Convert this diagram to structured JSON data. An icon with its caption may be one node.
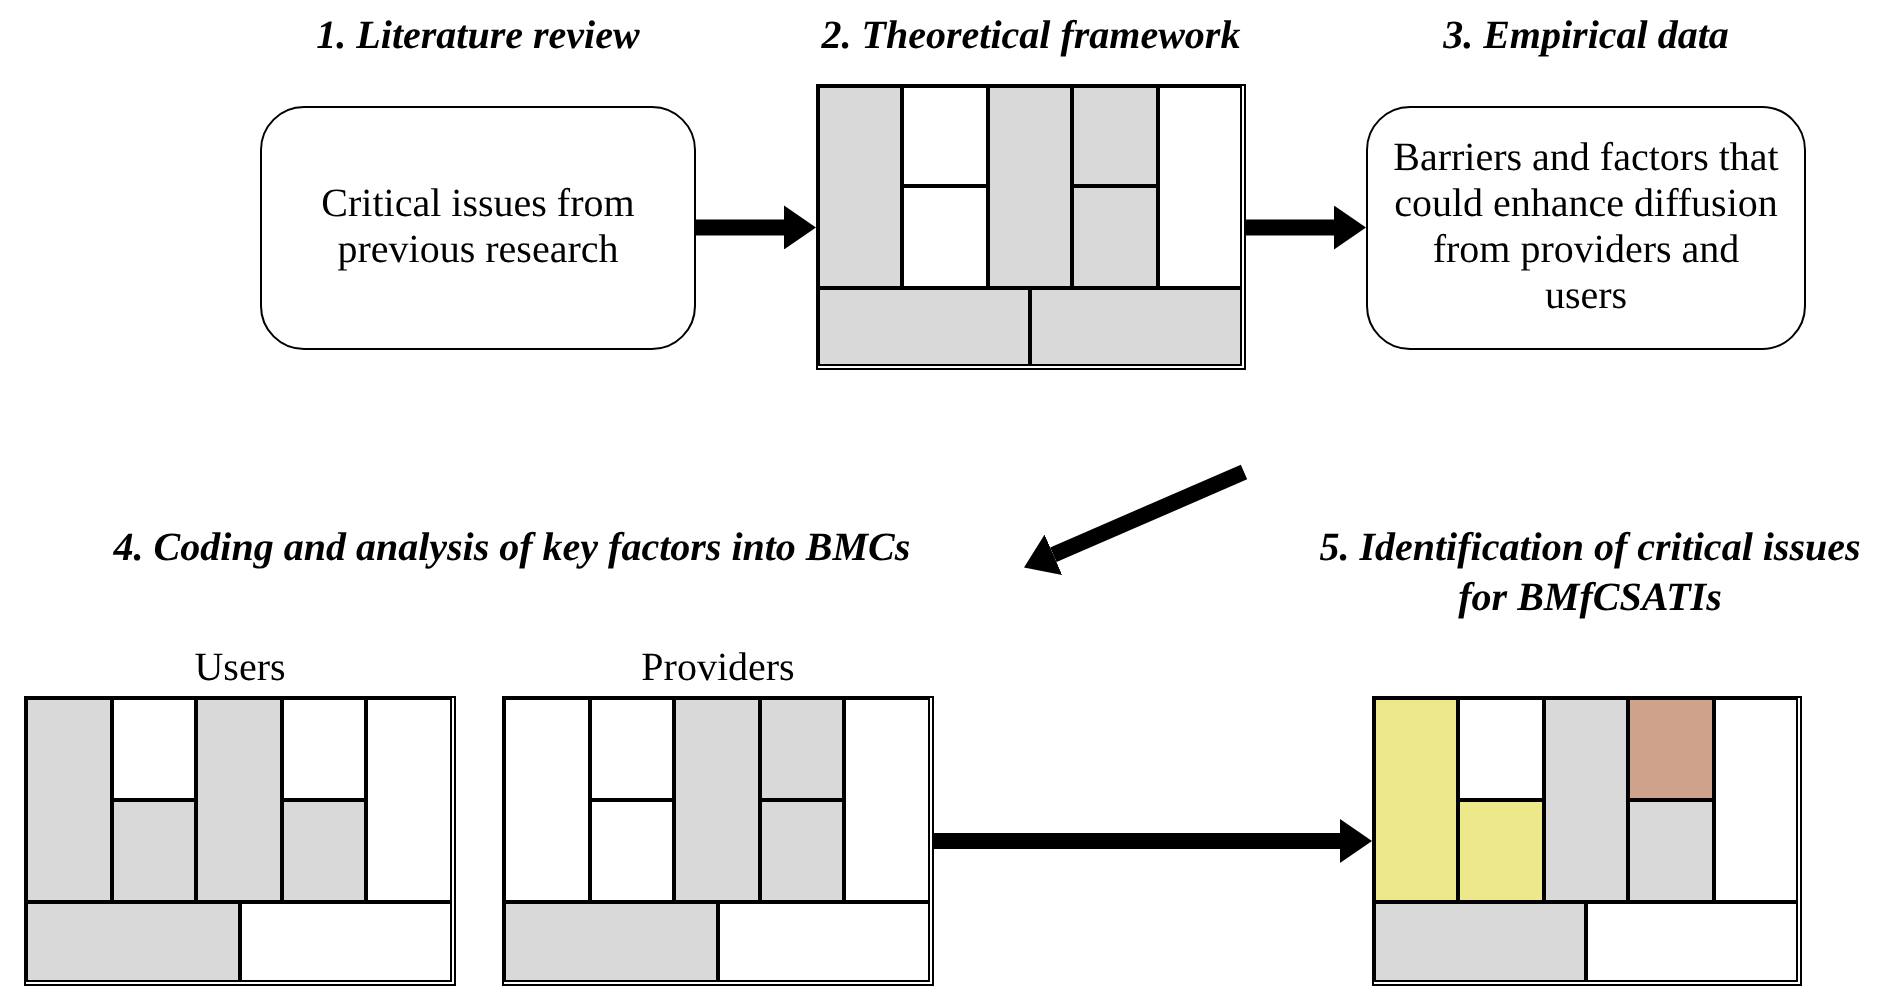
{
  "diagram": {
    "nodes": [
      {
        "text": [
          "1. Literature review",
          "Critical issues from previous research"
        ]
      },
      {
        "text": [
          "2. Theoretical framework"
        ]
      },
      {
        "text": [
          "3. Empirical data",
          "Barriers and factors that could enhance diffusion from providers and users"
        ]
      },
      {
        "text": [
          "4. Coding and analysis of key factors into BMCs"
        ]
      },
      {
        "text": [
          "Users"
        ]
      },
      {
        "text": [
          "Providers"
        ]
      },
      {
        "text": [
          "5. Identification of critical issues for BMfCSATIs"
        ]
      }
    ],
    "edges": [
      {
        "from": 0,
        "to": 1,
        "arrow": "to"
      },
      {
        "from": 1,
        "to": 2,
        "arrow": "to"
      },
      {
        "from": null,
        "to": 3,
        "arrow": "to"
      },
      {
        "from": 5,
        "to": 6,
        "arrow": "to"
      }
    ]
  }
}
